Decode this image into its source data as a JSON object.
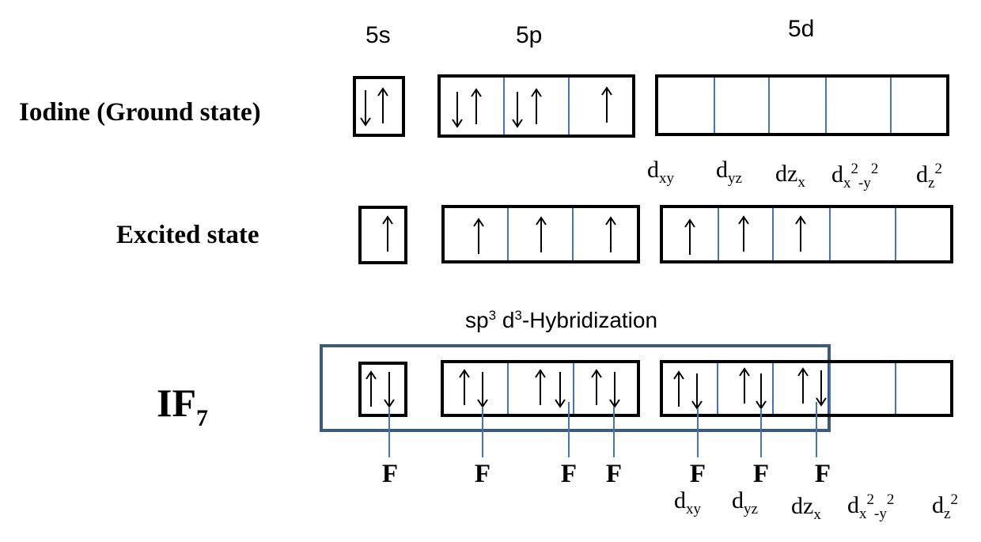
{
  "shells": {
    "s": "5s",
    "p": "5p",
    "d": "5d"
  },
  "rows": {
    "ground": {
      "label": "Iodine  (Ground state)"
    },
    "excited": {
      "label": "Excited state"
    },
    "hybrid": {
      "label_main": "IF",
      "label_sub": "7"
    }
  },
  "hybridization": {
    "pre": "sp",
    "sup1": "3",
    "mid": " d",
    "sup2": "3",
    "post": "-Hybridization"
  },
  "d_orbitals": [
    {
      "base": "d",
      "sub": "xy"
    },
    {
      "base": "d",
      "sub": "yz"
    },
    {
      "base": "dz",
      "sub": "x"
    },
    {
      "base": "d",
      "sub": "x",
      "sup": "2",
      "rest": "-y",
      "sup2": "2"
    },
    {
      "base": "d",
      "sub": "z",
      "sup": "2"
    }
  ],
  "fluorine": [
    "F",
    "F",
    "F",
    "F",
    "F",
    "F",
    "F"
  ],
  "colors": {
    "box": "#000000",
    "divider": "#4472c4",
    "hybrid_frame": "#3c5a7a",
    "bond": "#4472c4"
  }
}
